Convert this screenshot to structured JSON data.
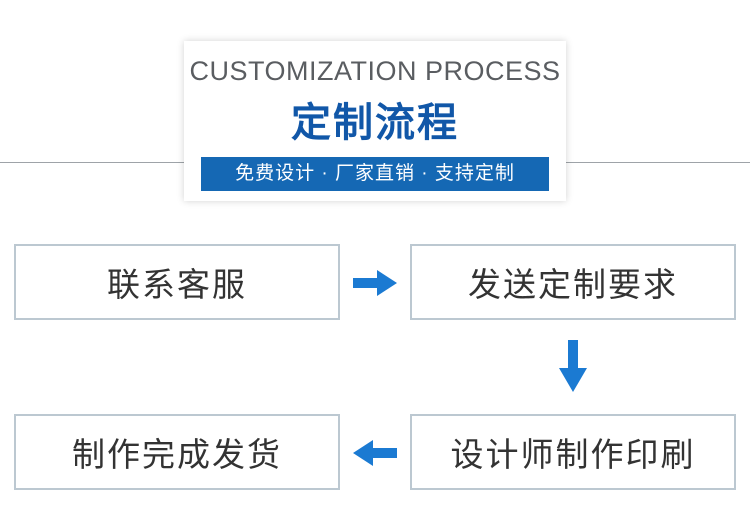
{
  "header": {
    "subtitle_en": "CUSTOMIZATION PROCESS",
    "title_cn": "定制流程",
    "banner": "免费设计 · 厂家直销 · 支持定制"
  },
  "steps": [
    {
      "label": "联系客服"
    },
    {
      "label": "发送定制要求"
    },
    {
      "label": "设计师制作印刷"
    },
    {
      "label": "制作完成发货"
    }
  ],
  "arrows": [
    {
      "name": "arrow-right",
      "direction": "right"
    },
    {
      "name": "arrow-down",
      "direction": "down"
    },
    {
      "name": "arrow-left",
      "direction": "left"
    }
  ],
  "colors": {
    "accent_blue": "#1157a8",
    "banner_blue": "#1568b4",
    "arrow_blue": "#1b7ad2",
    "box_border": "#bcc8d1",
    "subtitle_gray": "#5a5d61",
    "text_dark": "#333333"
  }
}
